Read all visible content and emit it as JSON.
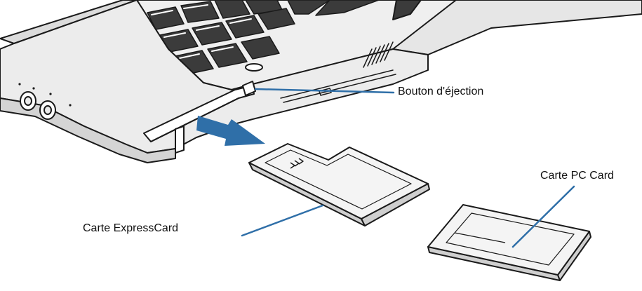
{
  "labels": {
    "eject_button": "Bouton d'éjection",
    "expresscard": "Carte ExpressCard",
    "pc_card": "Carte PC Card"
  },
  "colors": {
    "leader_line": "#2f6fa8",
    "insert_arrow": "#2f6fa8",
    "outline": "#1a1a1a",
    "laptop_fill": "#ececec",
    "card_fill": "#f4f4f4"
  },
  "icons": {
    "insert_arrow": "arrow-right-icon",
    "card_symbol": "expresscard-logo-icon"
  }
}
